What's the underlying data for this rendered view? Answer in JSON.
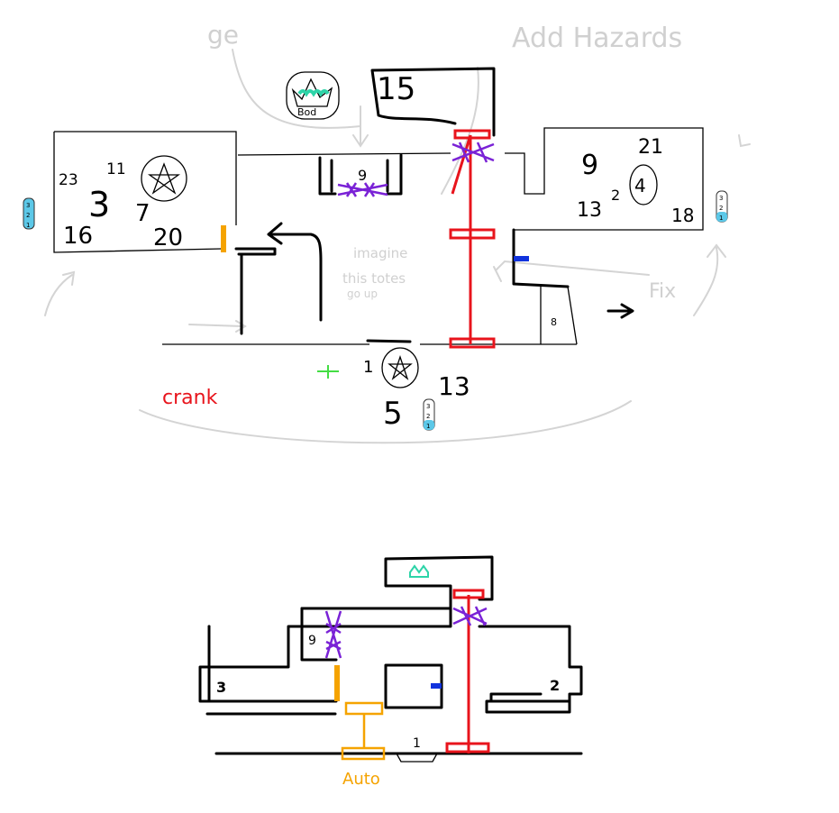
{
  "notes": {
    "top_left_fragment": "ge",
    "add_hazards": "Add Hazards",
    "imagine_1": "imagine",
    "imagine_2": "this totes",
    "imagine_3": "go up",
    "fix": "Fix",
    "crank": "crank",
    "auto": "Auto"
  },
  "top_map": {
    "bod_label": "Bod",
    "room_15": "15",
    "left_room": {
      "n23": "23",
      "n11": "11",
      "n3": "3",
      "n7": "7",
      "n16": "16",
      "n20": "20"
    },
    "right_room": {
      "n9": "9",
      "n21": "21",
      "n2": "2",
      "n4": "4",
      "n13": "13",
      "n18": "18"
    },
    "center_bottom": {
      "n1": "1",
      "n13": "13",
      "n5": "5"
    },
    "small_glyph": "8",
    "pocket_glyph": "9",
    "capsule": [
      "3",
      "2",
      "1"
    ]
  },
  "bottom_map": {
    "left": "3",
    "right": "2",
    "center": "1",
    "glyph": "9"
  },
  "colors": {
    "red": "#e8141c",
    "purple": "#7a22d6",
    "orange": "#f5a300",
    "blue": "#1133dd",
    "teal": "#2dd4a8",
    "capsule": "#5cc8e8"
  }
}
